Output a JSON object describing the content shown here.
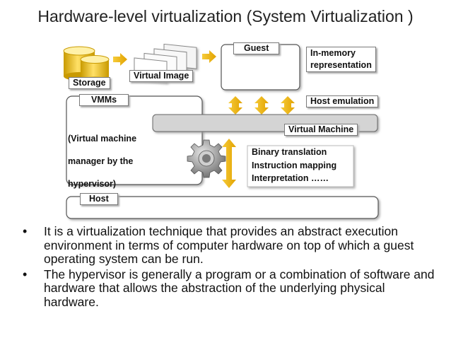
{
  "title": "Hardware-level virtualization (System Virtualization )",
  "diagram": {
    "storage_label": "Storage",
    "virtual_image_label": "Virtual Image",
    "guest_label": "Guest",
    "in_memory_label_1": "In-memory",
    "in_memory_label_2": "representation",
    "vmms_label": "VMMs",
    "vmm_desc_1": "(Virtual machine",
    "vmm_desc_2": "manager by the",
    "vmm_desc_3": "hypervisor)",
    "host_emulation_label": "Host emulation",
    "virtual_machine_label": "Virtual Machine",
    "binary_translation": "Binary translation",
    "instruction_mapping": "Instruction mapping",
    "interpretation": "Interpretation ……",
    "host_label": "Host"
  },
  "bullets": [
    "It is a virtualization technique that provides an abstract execution environment in terms of computer hardware on top of which a guest operating system can be run.",
    "The hypervisor is generally a program or a combination of software and hardware that allows the abstraction of the underlying physical hardware."
  ],
  "colors": {
    "storage_gold": "#e8b800",
    "arrow_gold": "#f2b400",
    "gear_gray": "#8a8a8a",
    "bar_gray": "#d4d4d4"
  }
}
